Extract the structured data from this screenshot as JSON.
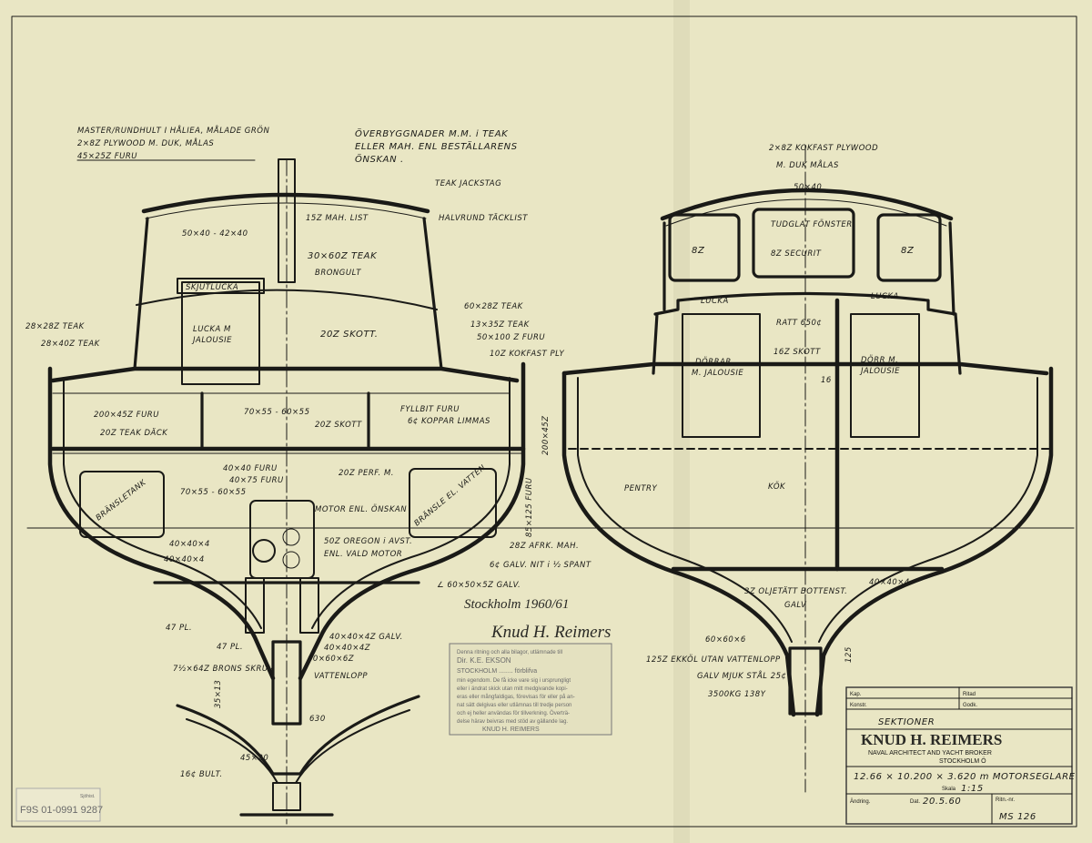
{
  "left_section_labels": {
    "roof_note_1": "MASTER/RUNDHULT I HÅLIEA, MÅLADE GRÖN",
    "roof_note_2": "2×8Z PLYWOOD M. DUK, MÅLAS",
    "roof_note_3": "45×25Z FURU",
    "superstructure_1": "ÖVERBYGGNADER M.M. i TEAK",
    "superstructure_2": "ELLER MAH. ENL BESTÄLLARENS",
    "superstructure_3": "ÖNSKAN .",
    "teak_jackstag": "TEAK JACKSTAG",
    "halfround": "HALVRUND TÄCKLIST",
    "mah_list": "15Z MAH. LIST",
    "roof_beam": "50×40 - 42×40",
    "teak_30x60": "30×60Z TEAK",
    "bronze": "BRONGULT",
    "sliding_hatch": "SKJUTLUCKA",
    "hatch_1": "LUCKA M",
    "hatch_2": "JALOUSIE",
    "bulkhead": "20Z SKOTT.",
    "teak_28x8": "28×28Z TEAK",
    "teak_28x40": "28×40Z TEAK",
    "teak_60x28": "60×28Z TEAK",
    "teak_13x35": "13×35Z TEAK",
    "furu_50x100": "50×100 Z FURU",
    "ply_10": "10Z KOKFAST PLY",
    "furu_200x45": "200×45Z FURU",
    "teak_deck": "20Z TEAK DÄCK",
    "beam_70x55": "70×55 - 60×55",
    "bulkhead_20": "20Z SKOTT",
    "fill_1": "FYLLBIT FURU",
    "fill_2": "6¢ KOPPAR LIMMAS",
    "frame_200x45": "200×45Z",
    "furu_40x40": "40×40 FURU",
    "furu_40x75": "40×75 FURU",
    "perf": "20Z PERF. M.",
    "beam_70x55b": "70×55 - 60×55",
    "fuel_tank": "BRÄNSLETANK",
    "water_tank": "BRÄNSLE EL. VATTEN",
    "frame_85x125": "85×125 FURU",
    "motor": "MOTOR ENL. ÖNSKAN",
    "angle_1": "40×40×4",
    "angle_2": "40×40×4",
    "oregon_1": "50Z OREGON i AVST.",
    "oregon_2": "ENL. VALD MOTOR",
    "afrk": "28Z AFRK. MAH.",
    "galv_nit": "6¢ GALV. NIT i ½ SPANT",
    "galv_angle": "∠ 60×50×5Z GALV.",
    "pl_47": "47 PL.",
    "pl_47b": "47 PL.",
    "screw": "7½×64Z BRONS SKRUV",
    "galv_40": "40×40×4Z GALV.",
    "angle_40b": "40×40×4Z",
    "angle_60": "60×60×6Z",
    "water_drain": "VATTENLOPP",
    "dim_35x13": "35×13",
    "dim_630": "630",
    "dim_45x20": "45×20",
    "bolt": "16¢ BULT."
  },
  "right_section_labels": {
    "ply_note": "2×8Z KOKFAST PLYWOOD",
    "duk": "M. DUK MÅLAS",
    "beam_50x40": "50×40",
    "windows": "TUDGLAT FÖNSTER",
    "securit": "8Z SECURIT",
    "glass_left": "8Z",
    "glass_right": "8Z",
    "hatch_left": "LUCKA",
    "hatch_right": "LUCKA",
    "wheel": "RATT 650¢",
    "doors_left_1": "DÖRRAR",
    "doors_left_2": "M. JALOUSIE",
    "bulkhead": "16Z SKOTT",
    "dim_16": "16",
    "doors_right_1": "DÖRR M.",
    "doors_right_2": "JALOUSIE",
    "pantry": "PENTRY",
    "galley": "KÖK",
    "bottom": "3Z OLJETÄTT BOTTENST.",
    "galv": "GALV",
    "angle_40": "40×40×4",
    "angle_60": "60×60×6",
    "keel": "125Z EKKÖL UTAN VATTENLOPP",
    "keel_dim": "125",
    "steel": "GALV MJUK STÅL 25¢",
    "ballast": "3500KG 138Y"
  },
  "signature": {
    "place_date": "Stockholm 1960/61",
    "name": "Knud H. Reimers"
  },
  "copyright_stamp": {
    "lines": [
      "Denna ritning och alla bilagor, utlämnade till",
      "Dir. K.E. EKSON",
      "STOCKHOLM ........ förblifva",
      "min egendom. De få icke vare sig i ursprungligt",
      "eller i ändrat skick utan mitt medgivande kopi-",
      "eras eller mångfaldigas, förevisas för eller på an-",
      "nat sätt delgivas eller utlämnas till tredje person",
      "och ej heller användas för tillverkning. Överträ-",
      "delse härav beivras med stöd av gällande lag."
    ],
    "signature": "KNUD H. REIMERS"
  },
  "title_block": {
    "kap_label": "Kap.",
    "ritad_label": "Ritad",
    "konstr_label": "Konstr.",
    "godk_label": "Godk.",
    "drawing_title": "SEKTIONER",
    "firm": "KNUD H. REIMERS",
    "firm_sub": "NAVAL ARCHITECT AND YACHT BROKER",
    "city": "STOCKHOLM Ö",
    "vessel": "12.66 × 10.200 × 3.620 m MOTORSEGLARE",
    "scale_label": "Skala",
    "scale": "1:15",
    "andring_label": "Ändring.",
    "date_label": "Dat.",
    "date": "20.5.60",
    "ritn_label": "Ritn.-nr.",
    "drawing_no": "MS 126"
  },
  "archive_stamp": {
    "line1": "F9S 01-0991 9287",
    "line2": "Sjöhist."
  }
}
